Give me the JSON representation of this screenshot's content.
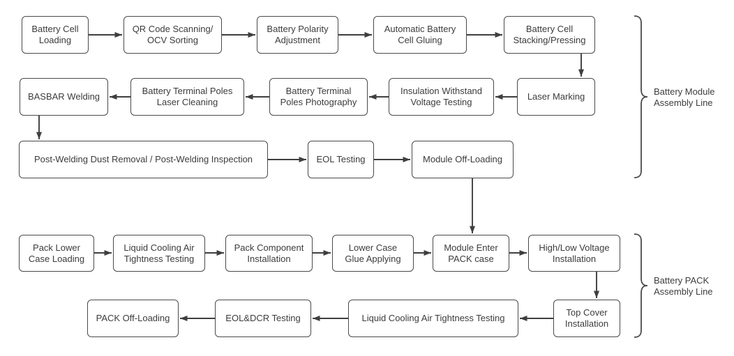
{
  "diagram": {
    "type": "flowchart",
    "colors": {
      "background": "#ffffff",
      "box_border": "#4a4a4a",
      "box_fill": "#ffffff",
      "text": "#3c3c3c",
      "arrow": "#3f3f3f"
    },
    "nodes": [
      {
        "id": "battery-cell-loading",
        "label": "Battery Cell\nLoading"
      },
      {
        "id": "qr-code-scanning-ocv-sorting",
        "label": "QR Code Scanning/\nOCV Sorting"
      },
      {
        "id": "battery-polarity-adjustment",
        "label": "Battery Polarity\nAdjustment"
      },
      {
        "id": "automatic-battery-cell-gluing",
        "label": "Automatic Battery\nCell Gluing"
      },
      {
        "id": "battery-cell-stacking-pressing",
        "label": "Battery Cell\nStacking/Pressing"
      },
      {
        "id": "basbar-welding",
        "label": "BASBAR Welding"
      },
      {
        "id": "battery-terminal-poles-laser-cleaning",
        "label": "Battery Terminal Poles\nLaser Cleaning"
      },
      {
        "id": "battery-terminal-poles-photography",
        "label": "Battery Terminal\nPoles Photography"
      },
      {
        "id": "insulation-withstand-voltage-testing",
        "label": "Insulation Withstand\nVoltage Testing"
      },
      {
        "id": "laser-marking",
        "label": "Laser Marking"
      },
      {
        "id": "post-welding-dust-removal-inspection",
        "label": "Post-Welding Dust Removal / Post-Welding Inspection"
      },
      {
        "id": "eol-testing",
        "label": "EOL Testing"
      },
      {
        "id": "module-off-loading",
        "label": "Module Off-Loading"
      },
      {
        "id": "pack-lower-case-loading",
        "label": "Pack Lower\nCase Loading"
      },
      {
        "id": "liquid-cooling-air-tightness-testing-1",
        "label": "Liquid Cooling Air\nTightness Testing"
      },
      {
        "id": "pack-component-installation",
        "label": "Pack Component\nInstallation"
      },
      {
        "id": "lower-case-glue-applying",
        "label": "Lower Case\nGlue Applying"
      },
      {
        "id": "module-enter-pack-case",
        "label": "Module Enter\nPACK case"
      },
      {
        "id": "high-low-voltage-installation",
        "label": "High/Low Voltage\nInstallation"
      },
      {
        "id": "pack-off-loading",
        "label": "PACK Off-Loading"
      },
      {
        "id": "eol-dcr-testing",
        "label": "EOL&DCR Testing"
      },
      {
        "id": "liquid-cooling-air-tightness-testing-2",
        "label": "Liquid Cooling Air Tightness Testing"
      },
      {
        "id": "top-cover-installation",
        "label": "Top Cover\nInstallation"
      }
    ],
    "edges": [
      {
        "from": "battery-cell-loading",
        "to": "qr-code-scanning-ocv-sorting"
      },
      {
        "from": "qr-code-scanning-ocv-sorting",
        "to": "battery-polarity-adjustment"
      },
      {
        "from": "battery-polarity-adjustment",
        "to": "automatic-battery-cell-gluing"
      },
      {
        "from": "automatic-battery-cell-gluing",
        "to": "battery-cell-stacking-pressing"
      },
      {
        "from": "battery-cell-stacking-pressing",
        "to": "laser-marking"
      },
      {
        "from": "laser-marking",
        "to": "insulation-withstand-voltage-testing"
      },
      {
        "from": "insulation-withstand-voltage-testing",
        "to": "battery-terminal-poles-photography"
      },
      {
        "from": "battery-terminal-poles-photography",
        "to": "battery-terminal-poles-laser-cleaning"
      },
      {
        "from": "battery-terminal-poles-laser-cleaning",
        "to": "basbar-welding"
      },
      {
        "from": "basbar-welding",
        "to": "post-welding-dust-removal-inspection"
      },
      {
        "from": "post-welding-dust-removal-inspection",
        "to": "eol-testing"
      },
      {
        "from": "eol-testing",
        "to": "module-off-loading"
      },
      {
        "from": "module-off-loading",
        "to": "module-enter-pack-case"
      },
      {
        "from": "pack-lower-case-loading",
        "to": "liquid-cooling-air-tightness-testing-1"
      },
      {
        "from": "liquid-cooling-air-tightness-testing-1",
        "to": "pack-component-installation"
      },
      {
        "from": "pack-component-installation",
        "to": "lower-case-glue-applying"
      },
      {
        "from": "lower-case-glue-applying",
        "to": "module-enter-pack-case"
      },
      {
        "from": "module-enter-pack-case",
        "to": "high-low-voltage-installation"
      },
      {
        "from": "high-low-voltage-installation",
        "to": "top-cover-installation"
      },
      {
        "from": "top-cover-installation",
        "to": "liquid-cooling-air-tightness-testing-2"
      },
      {
        "from": "liquid-cooling-air-tightness-testing-2",
        "to": "eol-dcr-testing"
      },
      {
        "from": "eol-dcr-testing",
        "to": "pack-off-loading"
      }
    ],
    "braces": [
      {
        "id": "battery-module-assembly-line",
        "label": "Battery Module\nAssembly Line"
      },
      {
        "id": "battery-pack-assembly-line",
        "label": "Battery PACK\nAssembly Line"
      }
    ]
  }
}
